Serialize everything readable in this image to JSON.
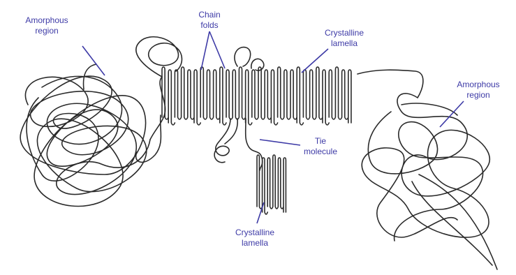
{
  "labels": {
    "amorphous_left": [
      "Amorphous",
      "region"
    ],
    "chain_folds": [
      "Chain",
      "folds"
    ],
    "crystalline_top": [
      "Crystalline",
      "lamella"
    ],
    "amorphous_right": [
      "Amorphous",
      "region"
    ],
    "tie_molecule": [
      "Tie",
      "molecule"
    ],
    "crystalline_bottom": [
      "Crystalline",
      "lamella"
    ]
  },
  "colors": {
    "label": "#3d3aa6",
    "chain": "#2a2a2a",
    "background": "#ffffff"
  }
}
